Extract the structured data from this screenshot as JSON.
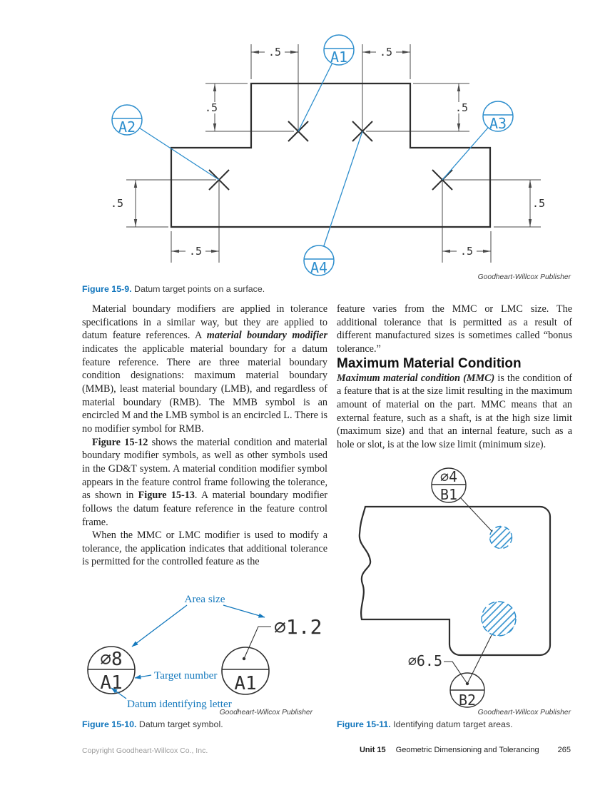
{
  "fig9": {
    "caption_label": "Figure 15-9.",
    "caption_text": " Datum target points on a surface.",
    "credit": "Goodheart-Willcox Publisher",
    "dim": ".5",
    "targets": [
      "A1",
      "A2",
      "A3",
      "A4"
    ]
  },
  "body": {
    "p1_1": "Material boundary modifiers are applied in tolerance specifications in a similar way, but they are applied to datum feature references. A ",
    "p1_bi": "material boundary modifier",
    "p1_2": " indicates the applicable material boundary for a datum feature reference. There are three material boundary condition designations: maximum material boundary (MMB), least material boundary (LMB), and regardless of material boundary (RMB). The MMB symbol is an encircled M and the LMB symbol is an encircled L. There is no modifier symbol for RMB.",
    "p2_b1": "Figure 15-12",
    "p2_1": " shows the material condition and material boundary modifier symbols, as well as other symbols used in the GD&T system. A material condition modifier symbol appears in the feature control frame following the tolerance, as shown in ",
    "p2_b2": "Figure 15-13",
    "p2_2": ". A material boundary modifier follows the datum feature reference in the feature control frame.",
    "p3": "When the MMC or LMC modifier is used to modify a tolerance, the application indicates that additional tolerance is permitted for the controlled feature as the",
    "p4": "feature varies from the MMC or LMC size. The additional tolerance that is permitted as a result of different manufactured sizes is sometimes called “bonus tolerance.”",
    "heading": "Maximum Material Condition",
    "p5_bi": "Maximum material condition (MMC)",
    "p5": " is the condition of a feature that is at the size limit resulting in the maximum amount of material on the part. MMC means that an external feature, such as a shaft, is at the high size limit (maximum size) and that an internal feature, such as a hole or slot, is at the low size limit (minimum size)."
  },
  "fig10": {
    "caption_label": "Figure 15-10.",
    "caption_text": " Datum target symbol.",
    "credit": "Goodheart-Willcox Publisher",
    "ann_area": "Area size",
    "ann_target": "Target number",
    "ann_datum": "Datum identifying letter",
    "c1_top": "∅8",
    "c1_bottom": "A1",
    "c2_bottom": "A1",
    "c2_dia": "∅1.2"
  },
  "fig11": {
    "caption_label": "Figure 15-11.",
    "caption_text": " Identifying datum target areas.",
    "credit": "Goodheart-Willcox Publisher",
    "b1_top": "∅4",
    "b1_bottom": "B1",
    "b2_label": "B2",
    "b2_dia": "∅6.5"
  },
  "footer": {
    "copyright": "Copyright Goodheart-Willcox Co., Inc.",
    "unit": "Unit 15",
    "chapter": "Geometric Dimensioning and Tolerancing",
    "page": "265"
  }
}
